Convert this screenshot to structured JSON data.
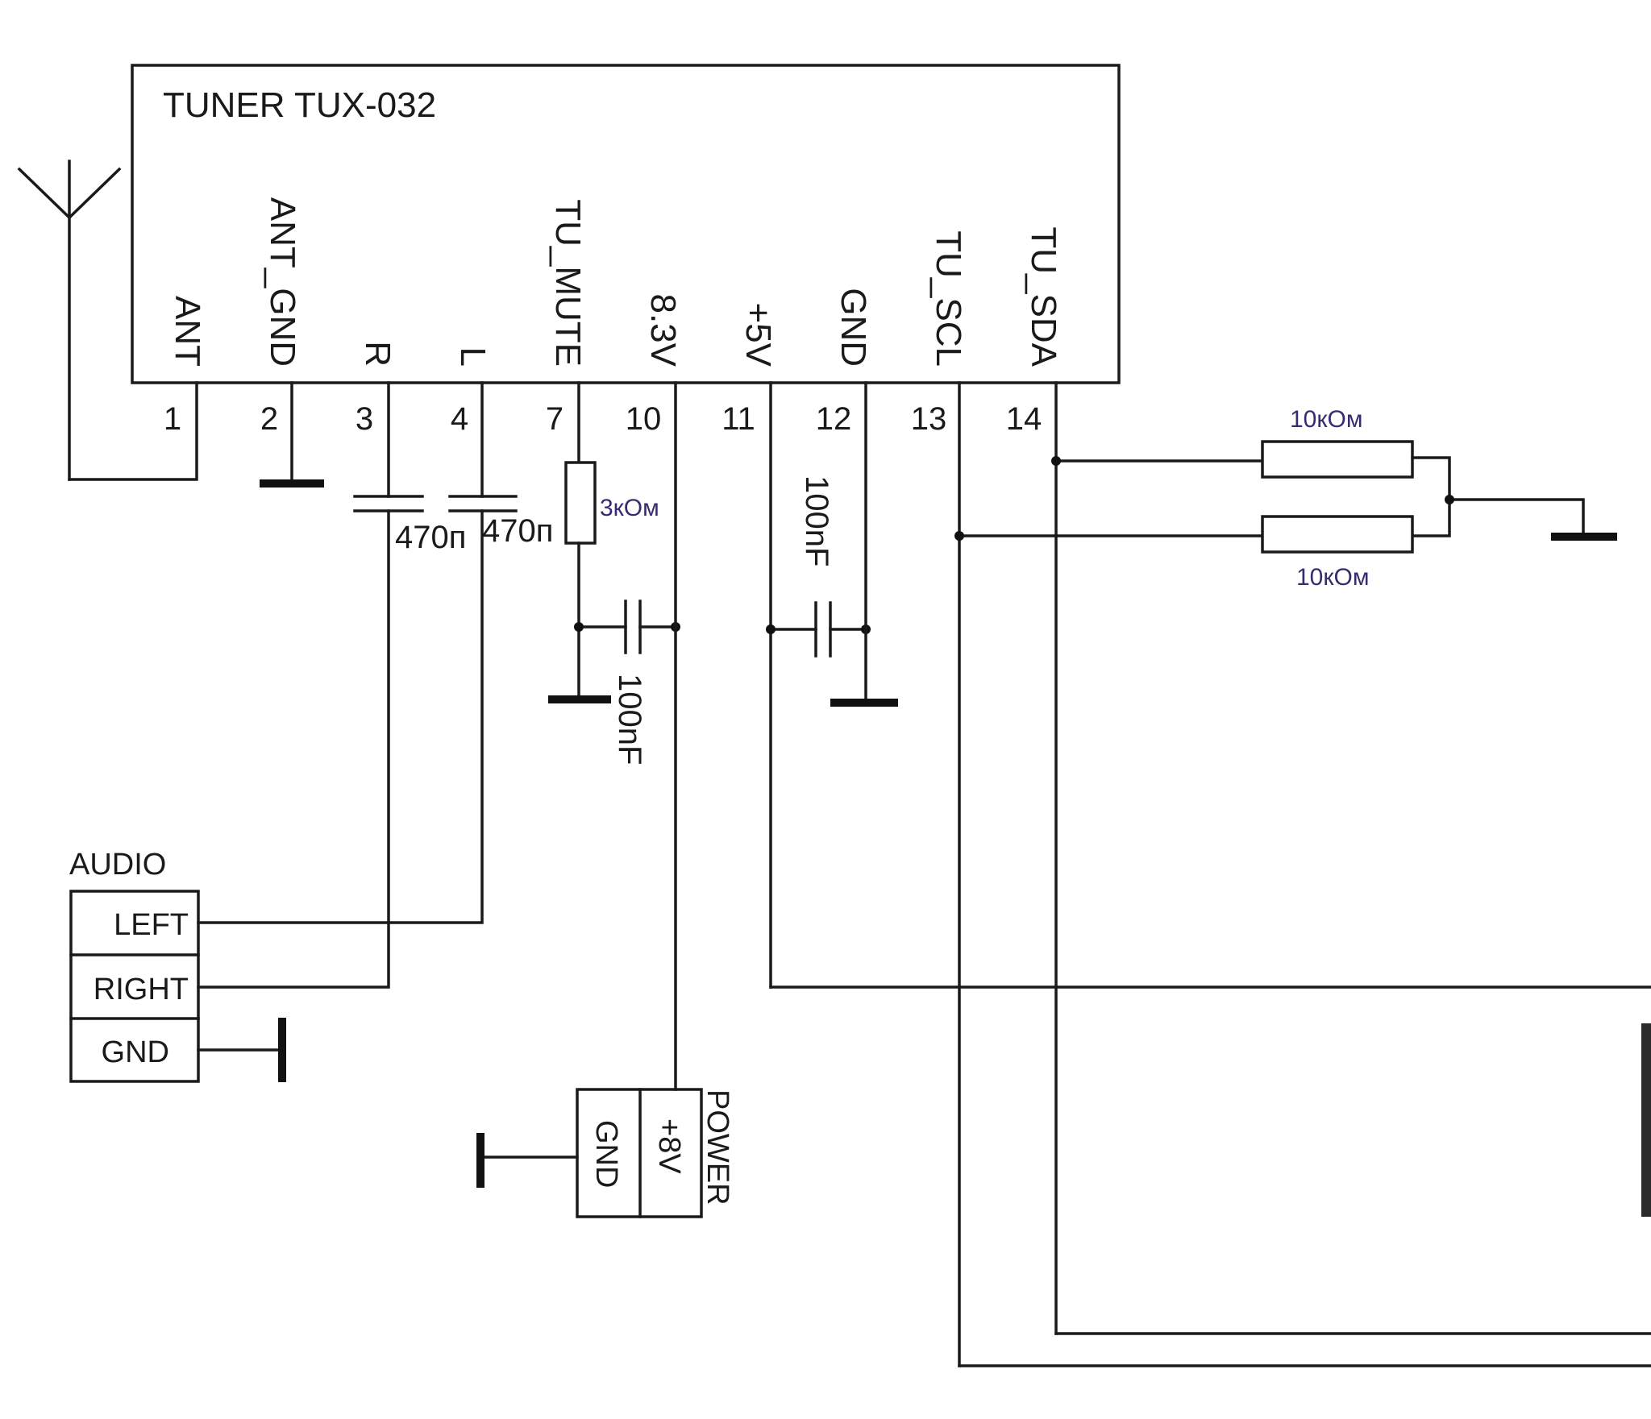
{
  "tuner": {
    "title": "TUNER TUX-032",
    "pins": [
      {
        "label": "ANT",
        "number": "1"
      },
      {
        "label": "ANT_GND",
        "number": "2"
      },
      {
        "label": "R",
        "number": "3"
      },
      {
        "label": "L",
        "number": "4"
      },
      {
        "label": "TU_MUTE",
        "number": "7"
      },
      {
        "label": "8.3V",
        "number": "10"
      },
      {
        "label": "+5V",
        "number": "11"
      },
      {
        "label": "GND",
        "number": "12"
      },
      {
        "label": "TU_SCL",
        "number": "13"
      },
      {
        "label": "TU_SDA",
        "number": "14"
      }
    ]
  },
  "components": {
    "c_right": "470п",
    "c_left": "470п",
    "r_mute": "3кОм",
    "c_83v": "100nF",
    "c_5v": "100nF",
    "r_sda": "10кОм",
    "r_scl": "10кОм"
  },
  "audio": {
    "title": "AUDIO",
    "rows": [
      "LEFT",
      "RIGHT",
      "GND"
    ]
  },
  "power": {
    "title": "POWER",
    "pins": [
      "GND",
      "+8V"
    ]
  }
}
